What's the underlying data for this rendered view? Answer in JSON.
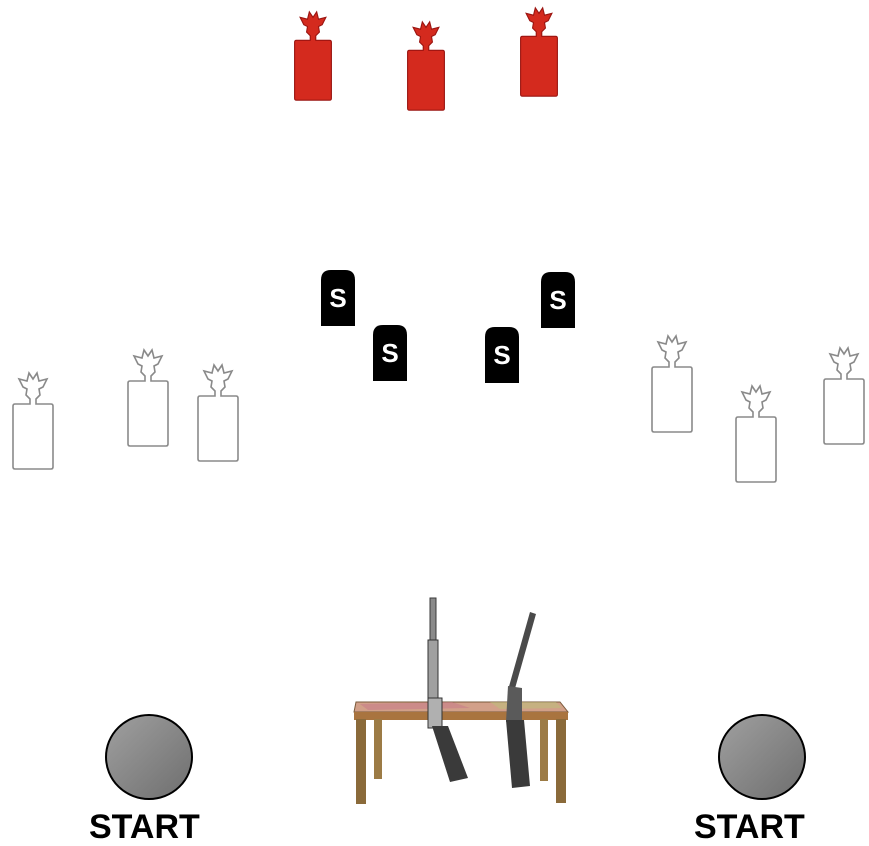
{
  "stage_labels": {
    "start_left": "START",
    "start_right": "START",
    "shotgun_target_letter": "S"
  },
  "colors": {
    "background": "#ffffff",
    "red_target": "#d42a1e",
    "red_target_dark": "#9a1410",
    "outline_target": "#8a8a8a",
    "shotgun_target": "#000000",
    "start_marker": "#888888",
    "table_top": "#c98f7a",
    "table_leg": "#8a6a3a",
    "rifle": "#4a4a4a"
  },
  "icons": {
    "red_target": "cowboy-silhouette-icon",
    "white_target": "cowboy-silhouette-outline-icon",
    "shotgun_target": "tombstone-s-icon",
    "start_marker": "circle-marker-icon",
    "table": "table-icon",
    "rifle": "rifle-icon",
    "shotgun": "shotgun-icon"
  }
}
